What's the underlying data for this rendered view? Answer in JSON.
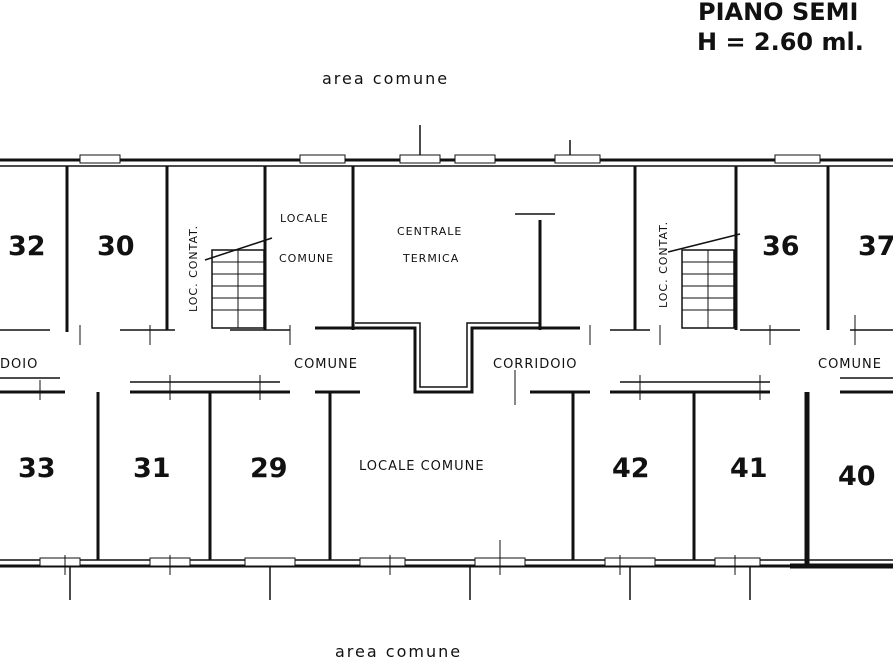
{
  "header": {
    "floor_label": "PIANO SEMI",
    "height_label": "H = 2.60 ml."
  },
  "area_labels": {
    "top": "area comune",
    "bottom": "area comune"
  },
  "rooms_top": [
    {
      "id": "32",
      "label": "32"
    },
    {
      "id": "30",
      "label": "30"
    },
    {
      "id": "36",
      "label": "36"
    },
    {
      "id": "37",
      "label": "37"
    }
  ],
  "rooms_bottom": [
    {
      "id": "33",
      "label": "33"
    },
    {
      "id": "31",
      "label": "31"
    },
    {
      "id": "29",
      "label": "29"
    },
    {
      "id": "42",
      "label": "42"
    },
    {
      "id": "41",
      "label": "41"
    },
    {
      "id": "40",
      "label": "40"
    }
  ],
  "labels": {
    "locale_comune_top": [
      "LOCALE",
      "COMUNE"
    ],
    "centrale_termica": [
      "CENTRALE",
      "TERMICA"
    ],
    "loc_contat_left": "LOC. CONTAT.",
    "loc_contat_right": "LOC. CONTAT.",
    "corridoio_left": "DOIO",
    "comune_left": "COMUNE",
    "corridoio_center": "CORRIDOIO",
    "comune_right": "COMUNE",
    "locale_comune_bottom": "LOCALE COMUNE"
  }
}
